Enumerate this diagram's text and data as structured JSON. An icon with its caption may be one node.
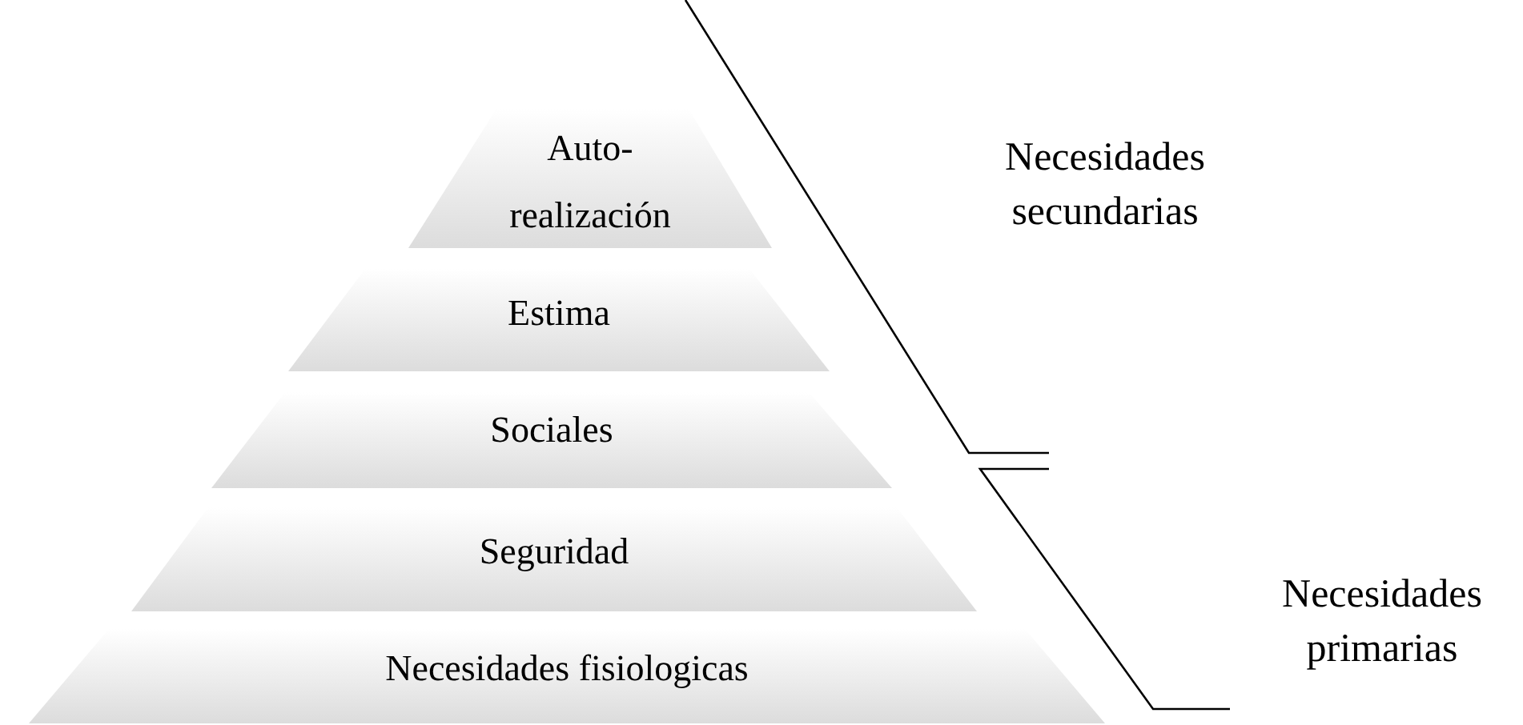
{
  "diagram": {
    "nodes": [
      {
        "text": [
          "Auto-realización"
        ]
      },
      {
        "text": [
          "Estima"
        ]
      },
      {
        "text": [
          "Sociales"
        ]
      },
      {
        "text": [
          "Seguridad"
        ]
      },
      {
        "text": [
          "Necesidades fisiologicas"
        ]
      }
    ],
    "labels": [
      "Necesidades secundarias",
      "Necesidades primarias"
    ]
  }
}
